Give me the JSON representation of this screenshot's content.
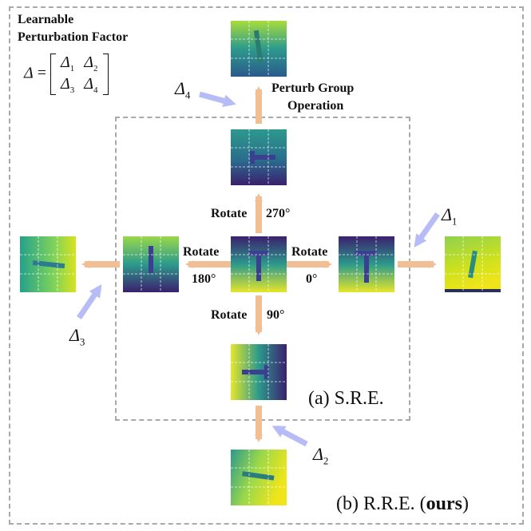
{
  "top_left": {
    "title_line1": "Learnable",
    "title_line2": "Perturbation Factor",
    "delta_symbol": "Δ",
    "equals": "=",
    "m11": "Δ",
    "m11_sub": "1",
    "m12": "Δ",
    "m12_sub": "2",
    "m21": "Δ",
    "m21_sub": "3",
    "m22": "Δ",
    "m22_sub": "4"
  },
  "labels": {
    "perturb_line1": "Perturb Group",
    "perturb_line2": "Operation",
    "rotate_up": "Rotate",
    "deg_up": "270°",
    "rotate_right": "Rotate",
    "deg_right": "0°",
    "rotate_left": "Rotate",
    "deg_left": "180°",
    "rotate_down": "Rotate",
    "deg_down": "90°"
  },
  "deltas": {
    "d1": "Δ",
    "d1_sub": "1",
    "d2": "Δ",
    "d2_sub": "2",
    "d3": "Δ",
    "d3_sub": "3",
    "d4": "Δ",
    "d4_sub": "4"
  },
  "captions": {
    "sre": "(a) S.R.E.",
    "rre_prefix": "(b) R.R.E. (",
    "rre_bold": "ours",
    "rre_suffix": ")"
  },
  "colors": {
    "arrow": "#f2bf94",
    "delta_arrow": "#b8bcf6",
    "frame": "#a9a9a9",
    "viridis_dark": "#3b1f6e",
    "viridis_mid": "#2c9a8c",
    "viridis_light": "#e7e52a",
    "bar": "#3b3f8f"
  }
}
